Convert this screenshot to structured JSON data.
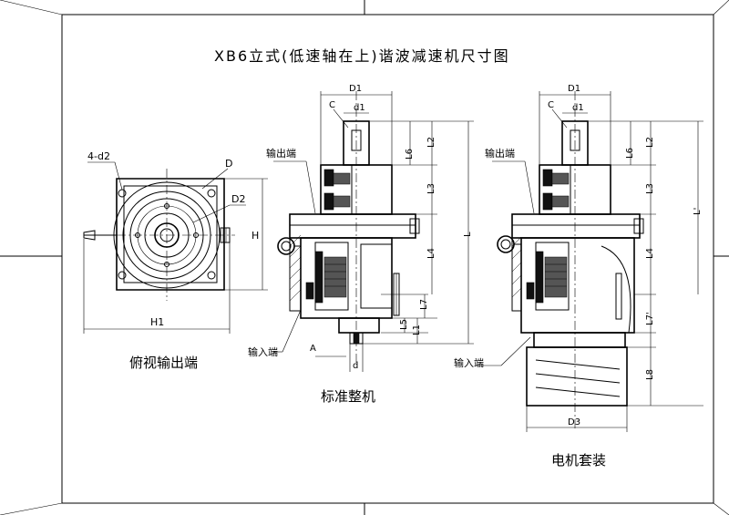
{
  "title": "XB6立式(低速轴在上)谐波减速机尺寸图",
  "captions": {
    "top_view": "俯视输出端",
    "standard": "标准整机",
    "motor": "电机套装"
  },
  "callouts": {
    "output_end_1": "输出端",
    "output_end_2": "输出端",
    "input_end_1": "输入端",
    "input_end_2": "输入端"
  },
  "dims": {
    "top_4d2": "4-d2",
    "top_D": "D",
    "top_D2": "D2",
    "top_H": "H",
    "top_H1": "H1",
    "std_D1": "D1",
    "std_C": "C",
    "std_d1": "d1",
    "std_L6": "L6",
    "std_L2": "L2",
    "std_L3": "L3",
    "std_L4": "L4",
    "std_L7": "L7",
    "std_L5": "L5",
    "std_L1": "L1",
    "std_L": "L",
    "std_A": "A",
    "std_d": "d",
    "mot_D1": "D1",
    "mot_C": "C",
    "mot_d1": "d1",
    "mot_L6": "L6",
    "mot_L2": "L2",
    "mot_L3": "L3",
    "mot_Lp": "L'",
    "mot_L4": "L4",
    "mot_L7p": "L7'",
    "mot_L8": "L8",
    "mot_D3": "D3"
  }
}
